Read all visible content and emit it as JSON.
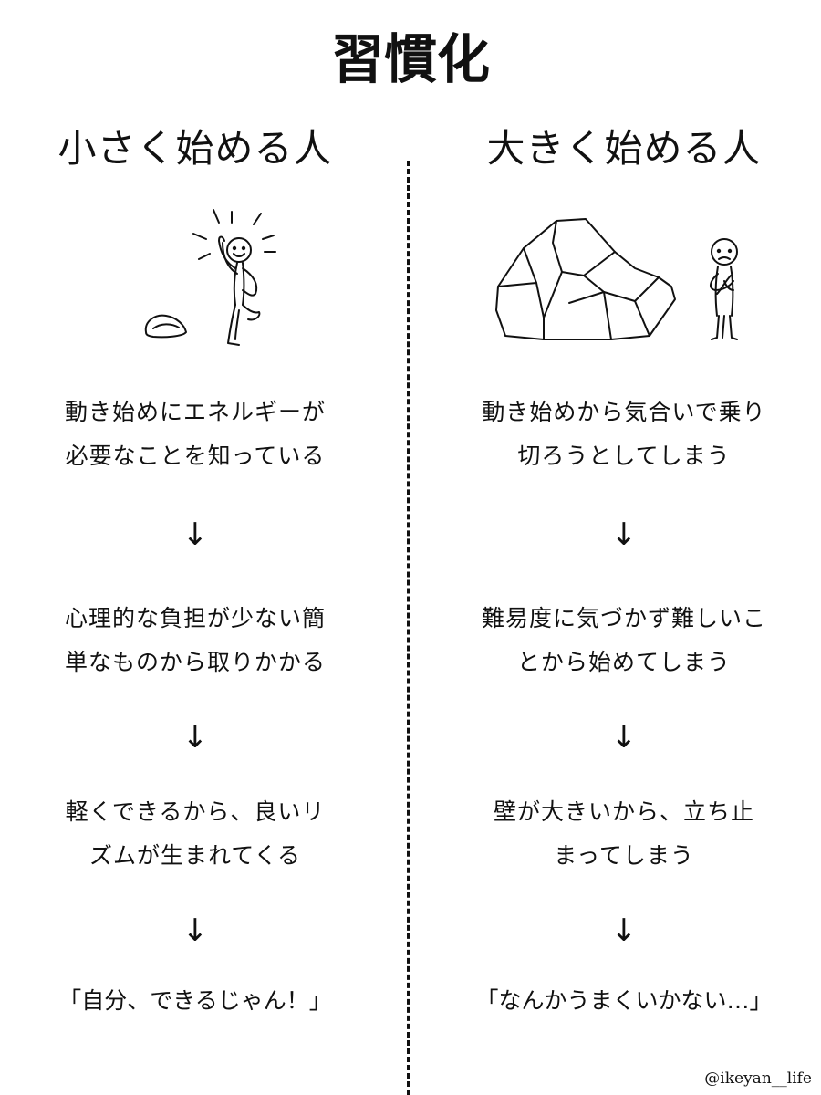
{
  "title": "習慣化",
  "left": {
    "heading": "小さく始める人",
    "steps": [
      [
        "動き始めにエネルギーが",
        "必要なことを知っている"
      ],
      [
        "心理的な負担が少ない簡",
        "単なものから取りかかる"
      ],
      [
        "軽くできるから、良いリ",
        "ズムが生まれてくる"
      ]
    ],
    "quote": "「自分、できるじゃん！」"
  },
  "right": {
    "heading": "大きく始める人",
    "steps": [
      [
        "動き始めから気合いで乗り",
        "切ろうとしてしまう"
      ],
      [
        "難易度に気づかず難しいこ",
        "とから始めてしまう"
      ],
      [
        "壁が大きいから、立ち止",
        "まってしまう"
      ]
    ],
    "quote": "「なんかうまくいかない…」"
  },
  "arrow": "↓",
  "credit": "@ikeyan__life",
  "icons": {
    "left_illustration": [
      "happy-stickman-icon",
      "small-rock-icon"
    ],
    "right_illustration": [
      "big-rock-icon",
      "worried-stickman-icon"
    ]
  }
}
